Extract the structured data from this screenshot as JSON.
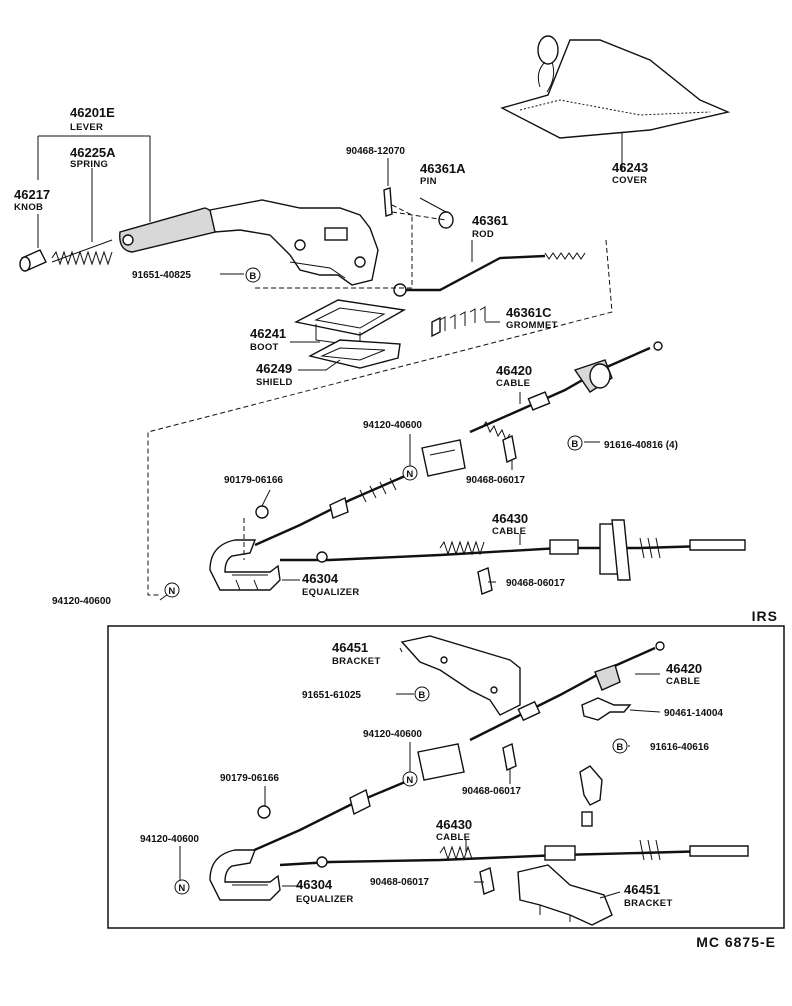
{
  "callouts": {
    "lever": {
      "pn": "46201E",
      "nm": "LEVER"
    },
    "spring": {
      "pn": "46225A",
      "nm": "SPRING"
    },
    "knob": {
      "pn": "46217",
      "nm": "KNOB"
    },
    "pin_clip": {
      "pn": "90468-12070"
    },
    "pin": {
      "pn": "46361A",
      "nm": "PIN"
    },
    "rod": {
      "pn": "46361",
      "nm": "ROD"
    },
    "cover": {
      "pn": "46243",
      "nm": "COVER"
    },
    "bolt_top": {
      "pn": "91651-40825",
      "ref": "B"
    },
    "grommet": {
      "pn": "46361C",
      "nm": "GROMMET"
    },
    "boot": {
      "pn": "46241",
      "nm": "BOOT"
    },
    "shield": {
      "pn": "46249",
      "nm": "SHIELD"
    },
    "cable_front_1": {
      "pn": "46420",
      "nm": "CABLE"
    },
    "nut_mid_1": {
      "pn": "94120-40600",
      "ref": "N"
    },
    "bolt_cable_1": {
      "pn": "91616-40816 (4)",
      "ref": "B"
    },
    "bolt_eq_1": {
      "pn": "90179-06166"
    },
    "clip_1": {
      "pn": "90468-06017"
    },
    "cable_rear_1": {
      "pn": "46430",
      "nm": "CABLE"
    },
    "equalizer_1": {
      "pn": "46304",
      "nm": "EQUALIZER"
    },
    "clip_2": {
      "pn": "90468-06017"
    },
    "nut_left_1": {
      "pn": "94120-40600",
      "ref": "N"
    },
    "bracket_1": {
      "pn": "46451",
      "nm": "BRACKET"
    },
    "bolt_irs_1": {
      "pn": "91651-61025",
      "ref": "B"
    },
    "cable_front_2": {
      "pn": "46420",
      "nm": "CABLE"
    },
    "clip_irs_1": {
      "pn": "90461-14004"
    },
    "nut_mid_2": {
      "pn": "94120-40600",
      "ref": "N"
    },
    "bolt_irs_2": {
      "pn": "91616-40616",
      "ref": "B"
    },
    "bolt_eq_2": {
      "pn": "90179-06166"
    },
    "clip_3": {
      "pn": "90468-06017"
    },
    "nut_left_2": {
      "pn": "94120-40600",
      "ref": "N"
    },
    "cable_rear_2": {
      "pn": "46430",
      "nm": "CABLE"
    },
    "clip_4": {
      "pn": "90468-06017"
    },
    "equalizer_2": {
      "pn": "46304",
      "nm": "EQUALIZER"
    },
    "bracket_2": {
      "pn": "46451",
      "nm": "BRACKET"
    }
  },
  "section_label": "IRS",
  "figure_code": "MC  6875-E"
}
